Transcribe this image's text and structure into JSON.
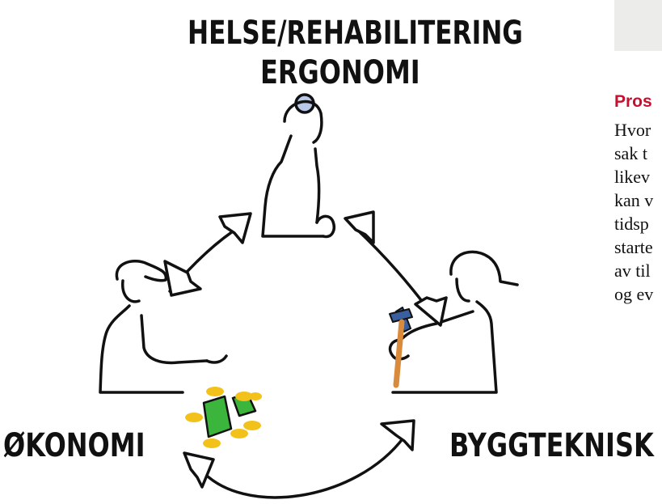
{
  "illustration": {
    "caption_top_line1": "HELSE/REHABILITERING",
    "caption_top_line2": "ERGONOMI",
    "caption_left": "ØKONOMI",
    "caption_right": "BYGGTEKNISK"
  },
  "sidebar": {
    "heading": "Pros",
    "lines": [
      "Hvor",
      "sak t",
      "likev",
      "kan v",
      "tidsp",
      "starte",
      "av til",
      "og ev"
    ]
  },
  "colors": {
    "heading": "#c8102e",
    "money_green": "#3bb53b",
    "coin_yellow": "#f2c21a",
    "helmet_blue": "#b8c8e6",
    "hammer_head": "#3a5f9e",
    "hammer_handle": "#d98a3a",
    "panel_grey": "#ececea"
  }
}
